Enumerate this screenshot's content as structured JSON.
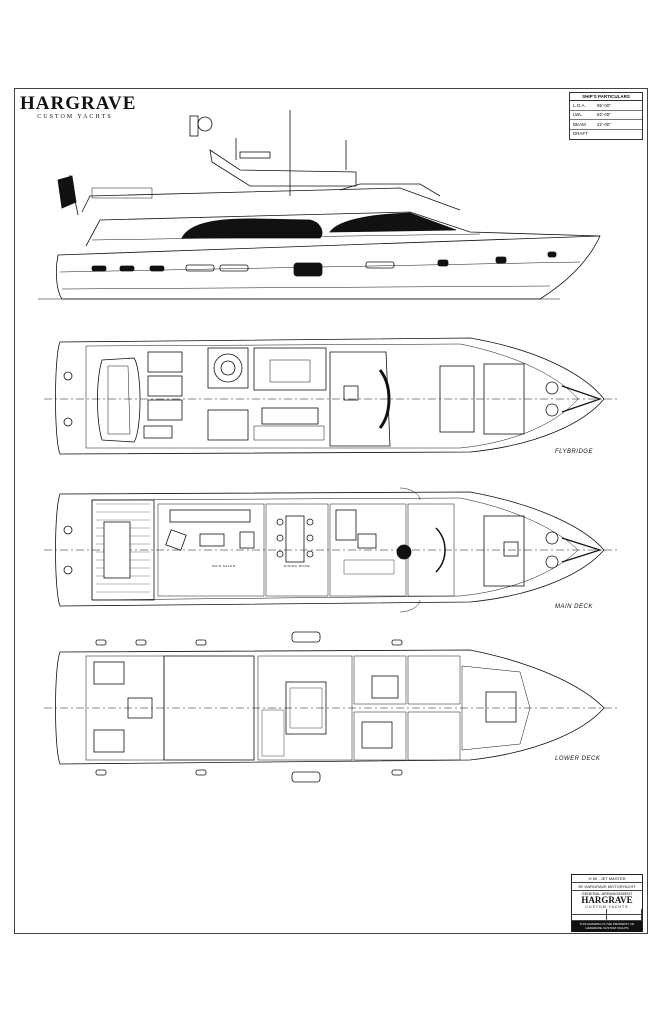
{
  "logo": {
    "brand": "HARGRAVE",
    "subtitle": "CUSTOM YACHTS"
  },
  "particulars": {
    "title": "SHIP'S PARTICULARS",
    "rows": [
      {
        "label": "L.O.A.",
        "value": "95'-00\""
      },
      {
        "label": "LWL",
        "value": "82'-05\""
      },
      {
        "label": "BEAM",
        "value": "22'-00\""
      },
      {
        "label": "DRAFT",
        "value": ""
      }
    ]
  },
  "views": {
    "flybridge": "FLYBRIDGE",
    "main_deck": "MAIN DECK",
    "lower_deck": "LOWER DECK",
    "main_salon": "MAIN SALON",
    "dining_room": "DINING ROOM"
  },
  "title_block": {
    "hull": "H-95 - JET MASTER",
    "project": "95' HARGRAVE MOTORYACHT",
    "drawing": "GENERAL ARRANGEMENT",
    "brand": "HARGRAVE",
    "brand_sub": "CUSTOM YACHTS",
    "footer": "THIS DRAWING IS THE PROPERTY OF HARGRAVE CUSTOM YACHTS"
  }
}
